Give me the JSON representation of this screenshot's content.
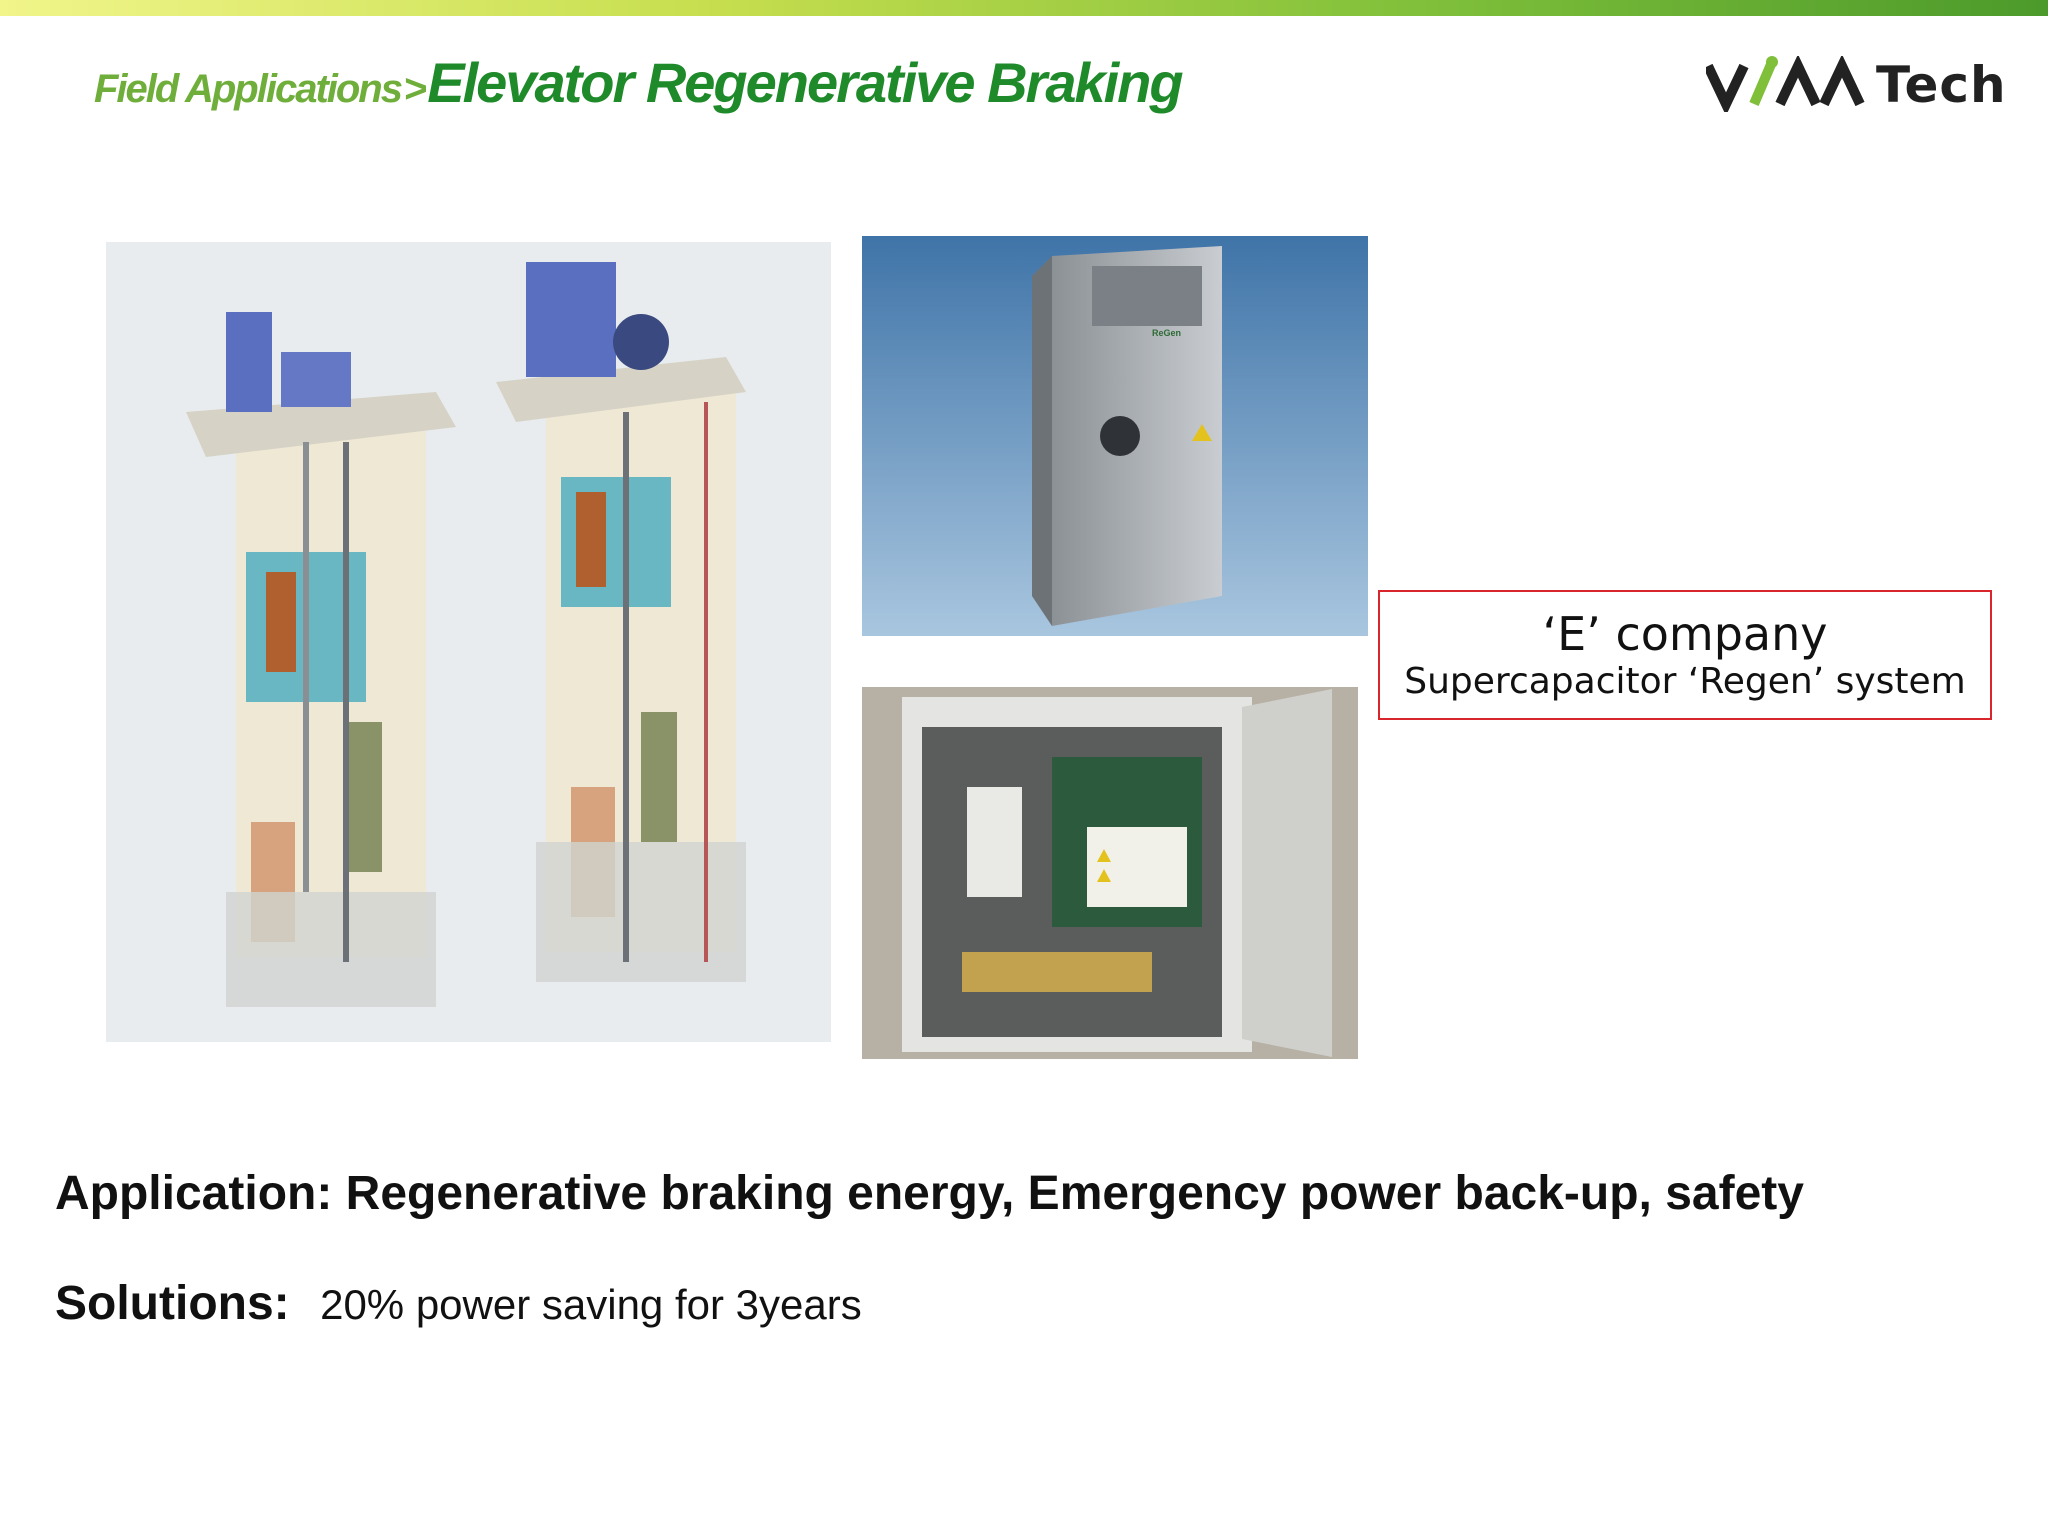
{
  "header": {
    "breadcrumb": "Field Applications",
    "separator": ">",
    "title": "Elevator Regenerative Braking"
  },
  "logo": {
    "text": "Tech",
    "brand_colors": {
      "dark": "#222222",
      "green": "#7fbf3a"
    }
  },
  "images": {
    "elevator_shafts": "elevator shaft diagrams illustration",
    "regen_unit": "supercapacitor regen unit enclosure",
    "cabinet": "open electrical cabinet photo",
    "unit_badge": "ReGen"
  },
  "company_box": {
    "line1": "‘E’ company",
    "line2": "Supercapacitor ‘Regen’ system",
    "border_color": "#d9262c"
  },
  "application": {
    "text": "Application: Regenerative braking energy, Emergency power back-up, safety"
  },
  "solutions": {
    "label": "Solutions:",
    "value": "20% power saving for 3years"
  },
  "colors": {
    "title_green": "#1f8a2a",
    "crumb_green": "#6fae3a"
  }
}
